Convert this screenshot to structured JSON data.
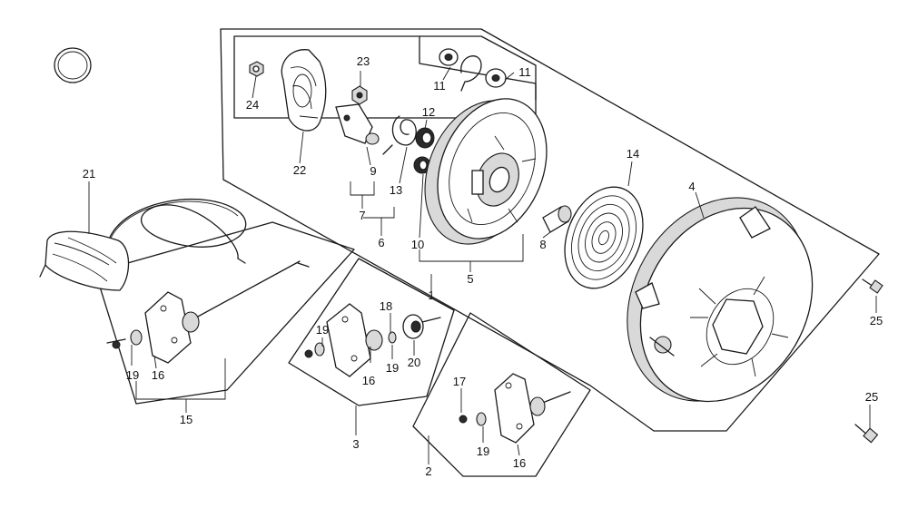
{
  "callouts": {
    "p1": "1",
    "p2": "2",
    "p3": "3",
    "p4": "4",
    "p5": "5",
    "p6": "6",
    "p7": "7",
    "p8": "8",
    "p9": "9",
    "p10": "10",
    "p11a": "11",
    "p11b": "11",
    "p12": "12",
    "p13": "13",
    "p14": "14",
    "p15": "15",
    "p16a": "16",
    "p16b": "16",
    "p16c": "16",
    "p17": "17",
    "p18": "18",
    "p19a": "19",
    "p19b": "19",
    "p19c": "19",
    "p19d": "19",
    "p20": "20",
    "p21": "21",
    "p22": "22",
    "p23": "23",
    "p24": "24",
    "p25a": "25",
    "p25b": "25"
  }
}
